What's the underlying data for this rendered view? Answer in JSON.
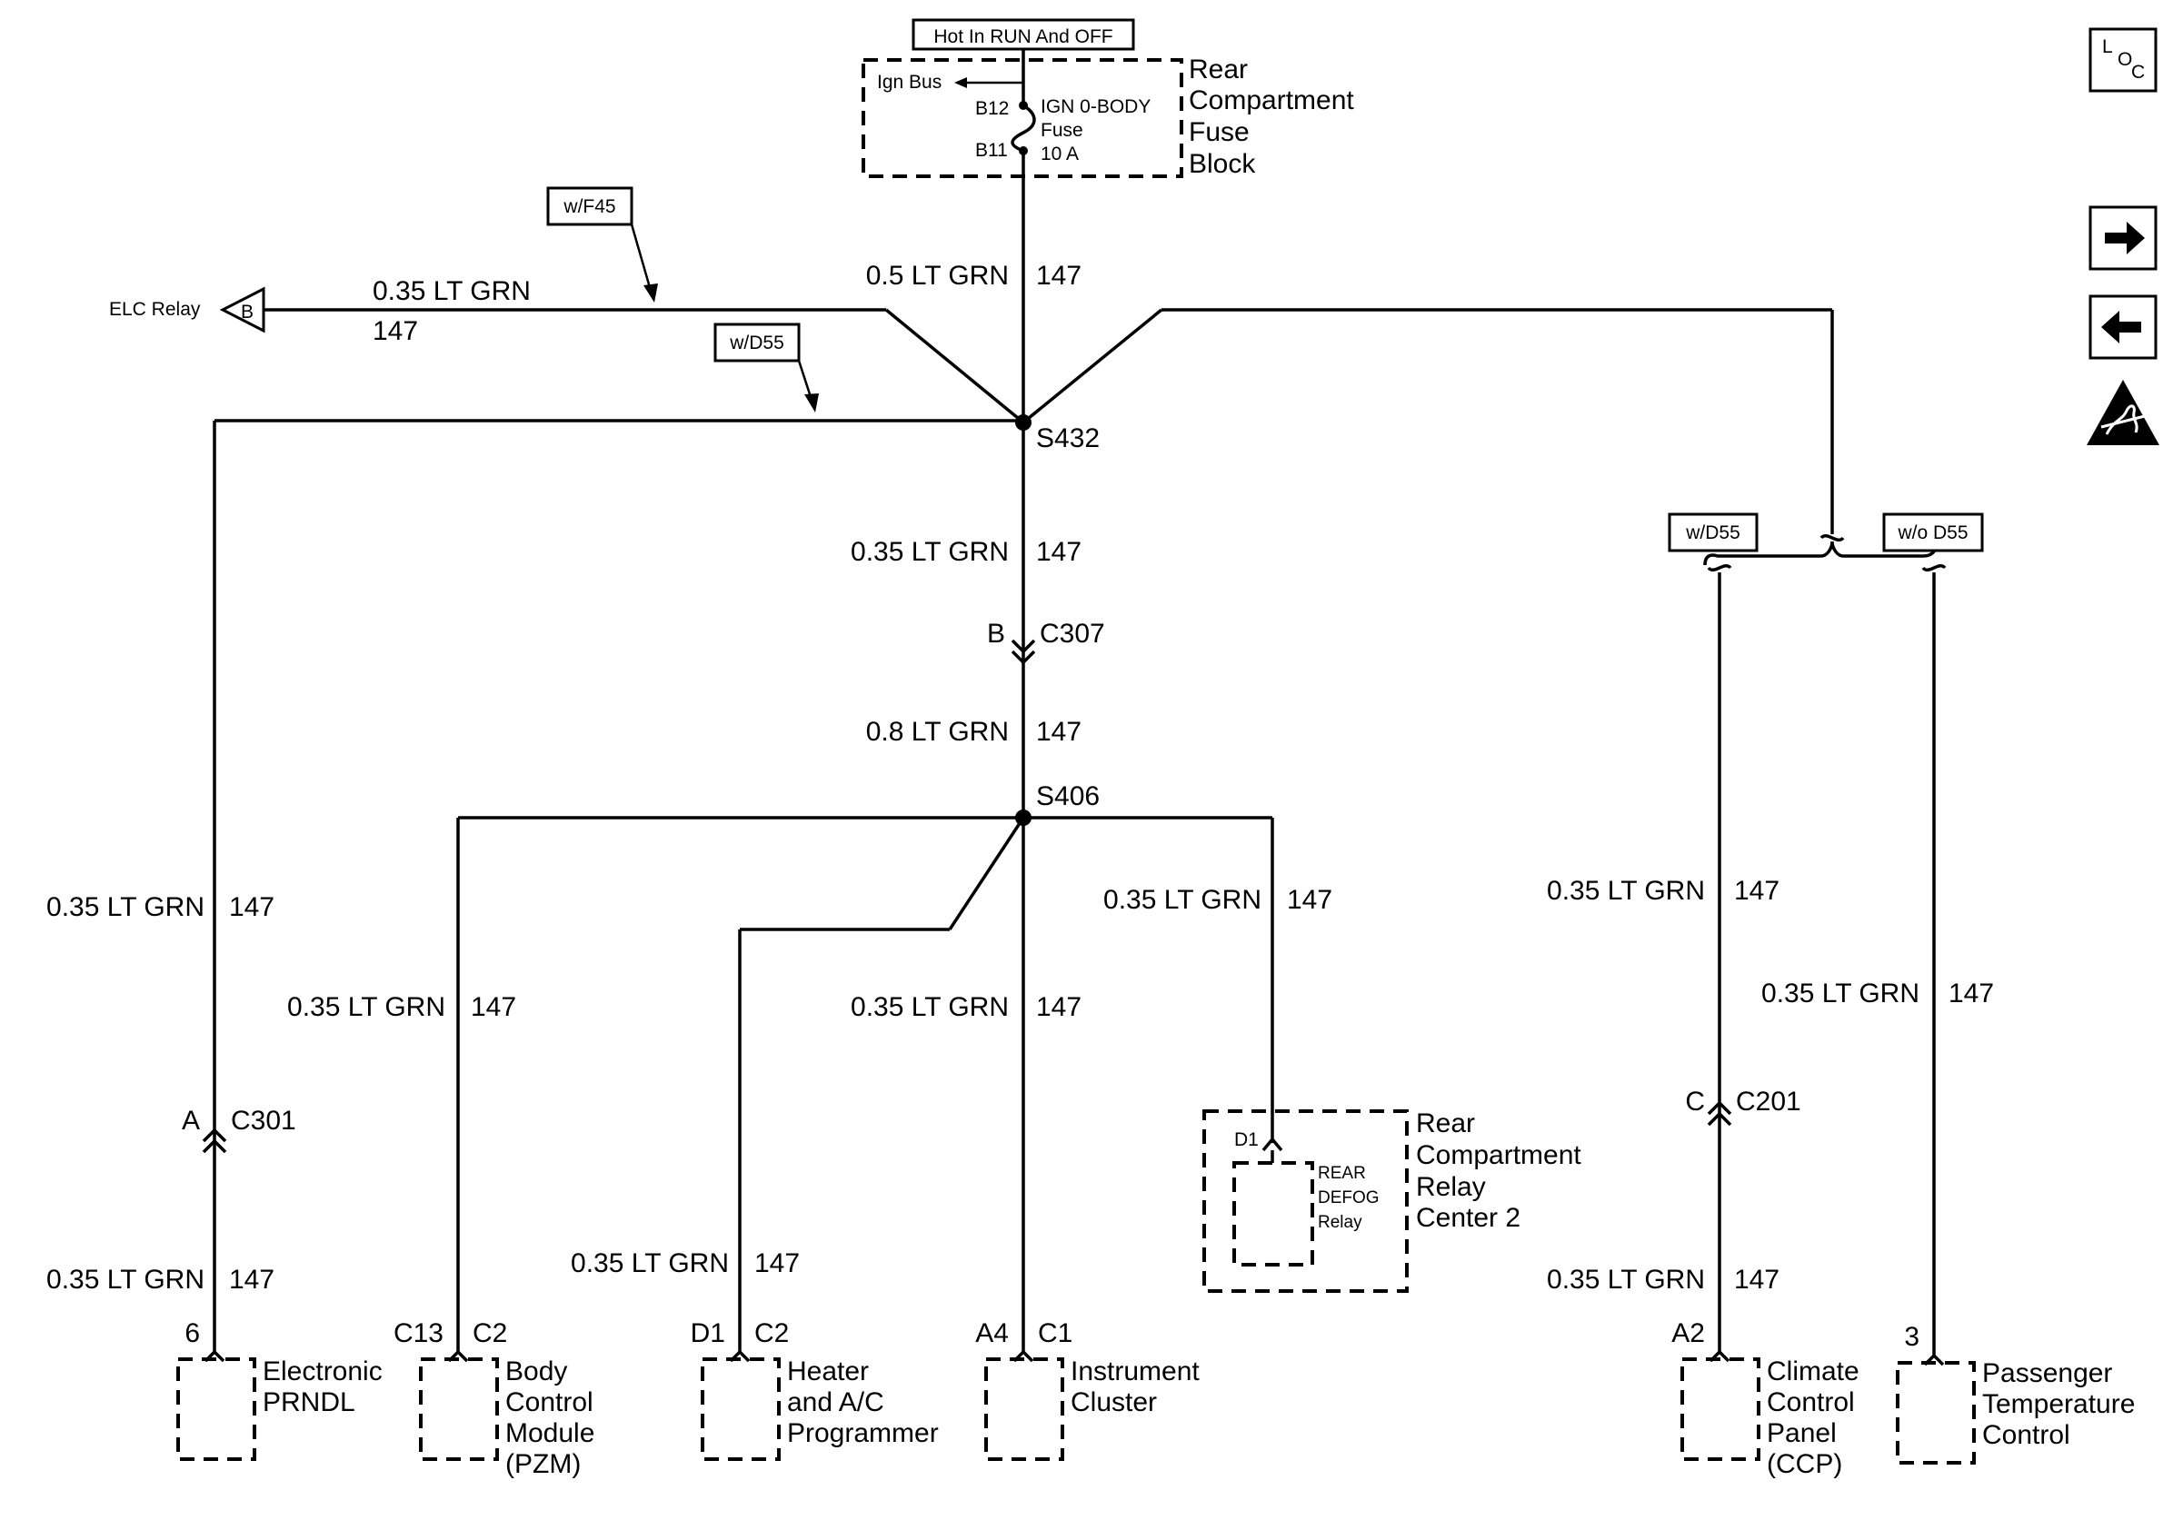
{
  "fuse_block": {
    "hot_label": "Hot In RUN And OFF",
    "ign_bus": "Ign Bus",
    "pin_top": "B12",
    "pin_bottom": "B11",
    "fuse_name": "IGN 0-BODY",
    "fuse_word": "Fuse",
    "fuse_rating": "10 A",
    "title_lines": [
      "Rear",
      "Compartment",
      "Fuse",
      "Block"
    ]
  },
  "options": {
    "w_f45": "w/F45",
    "w_d55_left": "w/D55",
    "w_d55_right": "w/D55",
    "wo_d55": "w/o D55"
  },
  "elc": {
    "label": "ELC Relay",
    "pin": "B",
    "wire": "0.35 LT GRN",
    "circuit": "147"
  },
  "wires": {
    "fuse_out": {
      "gauge": "0.5 LT GRN",
      "circuit": "147"
    },
    "s432_down": {
      "gauge": "0.35 LT GRN",
      "circuit": "147"
    },
    "c307_down": {
      "gauge": "0.8 LT GRN",
      "circuit": "147"
    },
    "left_prndl_upper": {
      "gauge": "0.35 LT GRN",
      "circuit": "147"
    },
    "left_prndl_lower": {
      "gauge": "0.35 LT GRN",
      "circuit": "147"
    },
    "bcm": {
      "gauge": "0.35 LT GRN",
      "circuit": "147"
    },
    "heater": {
      "gauge": "0.35 LT GRN",
      "circuit": "147"
    },
    "cluster": {
      "gauge": "0.35 LT GRN",
      "circuit": "147"
    },
    "defog": {
      "gauge": "0.35 LT GRN",
      "circuit": "147"
    },
    "ccp_upper": {
      "gauge": "0.35 LT GRN",
      "circuit": "147"
    },
    "ccp_lower": {
      "gauge": "0.35 LT GRN",
      "circuit": "147"
    },
    "ptc": {
      "gauge": "0.35 LT GRN",
      "circuit": "147"
    }
  },
  "splices": {
    "s432": "S432",
    "s406": "S406"
  },
  "connectors": {
    "c307": {
      "pin": "B",
      "name": "C307"
    },
    "c301": {
      "pin": "A",
      "name": "C301"
    },
    "c201": {
      "pin": "C",
      "name": "C201"
    }
  },
  "relay_center": {
    "pin": "D1",
    "relay_lines": [
      "REAR",
      "DEFOG",
      "Relay"
    ],
    "title_lines": [
      "Rear",
      "Compartment",
      "Relay",
      "Center 2"
    ]
  },
  "components": {
    "prndl": {
      "pin": "6",
      "conn": "",
      "lines": [
        "Electronic",
        "PRNDL"
      ]
    },
    "bcm": {
      "pin": "C13",
      "conn": "C2",
      "lines": [
        "Body",
        "Control",
        "Module",
        "(PZM)"
      ]
    },
    "heater": {
      "pin": "D1",
      "conn": "C2",
      "lines": [
        "Heater",
        "and A/C",
        "Programmer"
      ]
    },
    "cluster": {
      "pin": "A4",
      "conn": "C1",
      "lines": [
        "Instrument",
        "Cluster"
      ]
    },
    "ccp": {
      "pin": "A2",
      "conn": "",
      "lines": [
        "Climate",
        "Control",
        "Panel",
        "(CCP)"
      ]
    },
    "ptc": {
      "pin": "3",
      "conn": "",
      "lines": [
        "Passenger",
        "Temperature",
        "Control"
      ]
    }
  },
  "nav": {
    "loc_icon": "location-view-icon",
    "next_icon": "arrow-right-icon",
    "prev_icon": "arrow-left-icon",
    "esd_icon": "esd-warning-icon",
    "loc_letters": [
      "L",
      "O",
      "C"
    ]
  }
}
